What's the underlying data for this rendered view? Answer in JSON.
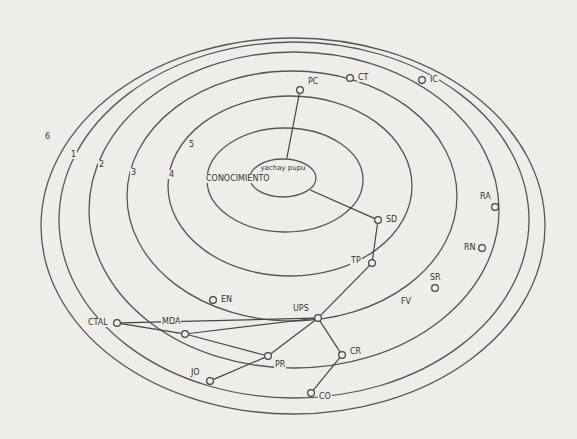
{
  "diagram": {
    "nodes": [
      {
        "text": [
          "yachay pupu"
        ]
      },
      {
        "text": [
          "PC"
        ]
      },
      {
        "text": [
          "SD"
        ]
      },
      {
        "text": [
          "TP"
        ]
      },
      {
        "text": [
          "UPS"
        ]
      },
      {
        "text": [
          "CT"
        ]
      },
      {
        "text": [
          "IC"
        ]
      },
      {
        "text": [
          "RA"
        ]
      },
      {
        "text": [
          "RN"
        ]
      },
      {
        "text": [
          "SR"
        ]
      },
      {
        "text": [
          "EN"
        ]
      },
      {
        "text": [
          "CTAL"
        ]
      },
      {
        "text": [
          "MDA"
        ]
      },
      {
        "text": [
          "PR"
        ]
      },
      {
        "text": [
          "CR"
        ]
      },
      {
        "text": [
          "JO"
        ]
      },
      {
        "text": [
          "CO"
        ]
      }
    ],
    "edges": [
      {
        "from": 1,
        "to": 0,
        "arrow": "none"
      },
      {
        "from": 0,
        "to": 2,
        "arrow": "none"
      },
      {
        "from": 2,
        "to": 3,
        "arrow": "none"
      },
      {
        "from": 3,
        "to": 4,
        "arrow": "none"
      },
      {
        "from": 4,
        "to": 11,
        "arrow": "none"
      },
      {
        "from": 4,
        "to": 12,
        "arrow": "none"
      },
      {
        "from": 11,
        "to": 12,
        "arrow": "none"
      },
      {
        "from": 12,
        "to": 13,
        "arrow": "none"
      },
      {
        "from": 4,
        "to": 13,
        "arrow": "none"
      },
      {
        "from": 4,
        "to": 14,
        "arrow": "none"
      },
      {
        "from": 13,
        "to": 15,
        "arrow": "none"
      },
      {
        "from": 14,
        "to": 16,
        "arrow": "none"
      }
    ],
    "labels": [
      "CONOCIMIENTO",
      "1",
      "2",
      "3",
      "4",
      "5",
      "6",
      "FV"
    ]
  }
}
